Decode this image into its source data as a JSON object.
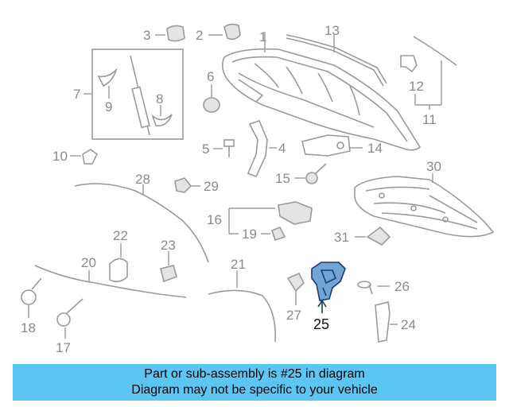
{
  "diagram": {
    "callouts": [
      "1",
      "2",
      "3",
      "4",
      "5",
      "6",
      "7",
      "8",
      "9",
      "10",
      "11",
      "12",
      "13",
      "14",
      "15",
      "16",
      "17",
      "18",
      "19",
      "20",
      "21",
      "22",
      "23",
      "24",
      "25",
      "26",
      "27",
      "28",
      "29",
      "30",
      "31"
    ],
    "highlighted_part": "25",
    "highlight_color": "#6fa6d6",
    "line_color": "#9a9a9a"
  },
  "banner": {
    "line1": "Part or sub-assembly is #25 in diagram",
    "line2": "Diagram may not be specific to your vehicle",
    "background": "#5bc6f1"
  }
}
